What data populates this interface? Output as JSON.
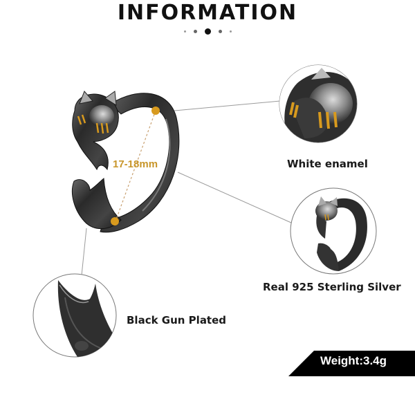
{
  "header": {
    "title": "INFORMATION",
    "indicator_dots": 5,
    "active_dot_index": 2
  },
  "product": {
    "ring_size_label": "17-18mm",
    "features": [
      {
        "id": "enamel",
        "label": "White enamel",
        "icon": "cat-face-closeup"
      },
      {
        "id": "silver",
        "label": "Real 925  Sterling  Silver",
        "icon": "ring-closeup"
      },
      {
        "id": "plating",
        "label": "Black Gun Plated",
        "icon": "tail-closeup"
      }
    ],
    "weight_badge": "Weight:3.4g"
  },
  "colors": {
    "accent_gold": "#d89a1e",
    "ring_dark": "#2b2b2b",
    "badge_bg": "#000000",
    "badge_text": "#ffffff"
  }
}
